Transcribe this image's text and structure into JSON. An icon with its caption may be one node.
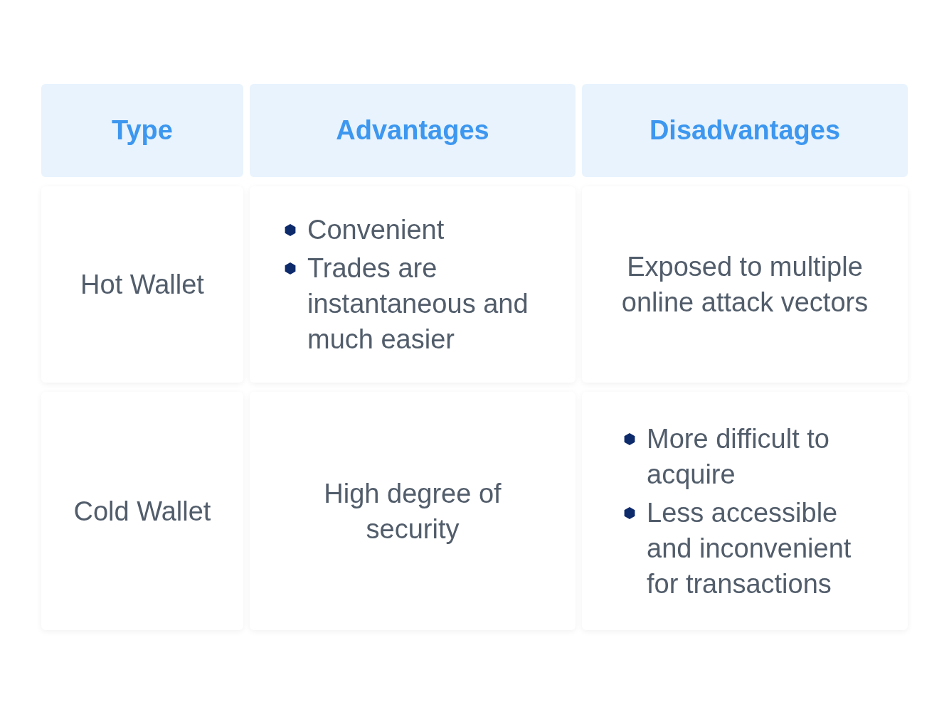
{
  "diagram": {
    "labels": [
      "Type",
      "Advantages",
      "Disadvantages",
      "Hot Wallet",
      "Convenient",
      "Trades are instantaneous and much easier",
      "Exposed to multiple online attack vectors",
      "Cold Wallet",
      "High degree of security",
      "More difficult to acquire",
      "Less accessible and inconvenient for transactions"
    ]
  }
}
